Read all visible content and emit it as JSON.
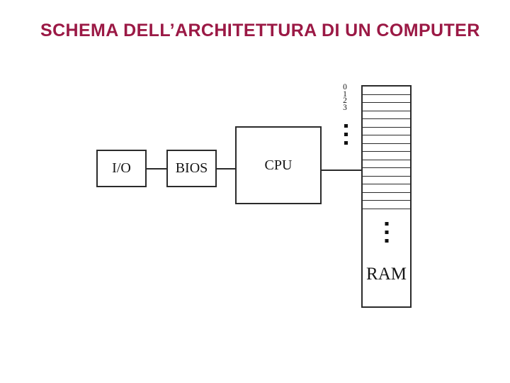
{
  "title": {
    "text": "SCHEMA DELL’ARCHITETTURA DI UN COMPUTER",
    "color": "#9b1945"
  },
  "diagram": {
    "io_label": "I/O",
    "bios_label": "BIOS",
    "cpu_label": "CPU",
    "ram_label": "RAM",
    "ram_visible_cell_count": 15,
    "ram_address_labels": [
      "0",
      "1",
      "2",
      "3"
    ],
    "address_ellipsis_dot_count": 3,
    "ram_body_ellipsis_dot_count": 3,
    "line_color": "#2b2b2b"
  }
}
